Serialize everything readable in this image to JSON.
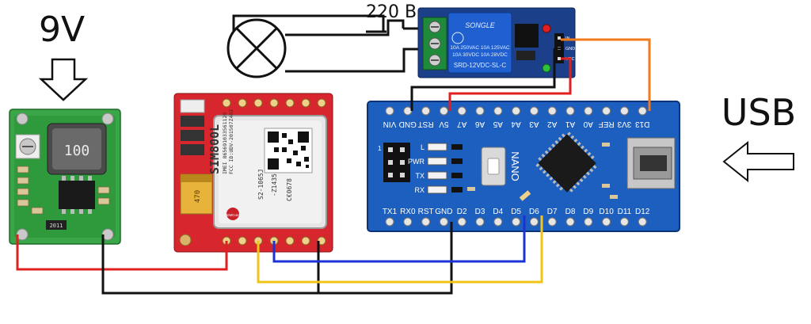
{
  "labels": {
    "voltage_in": "9V",
    "mains": "220 В",
    "usb": "USB"
  },
  "relay": {
    "brand": "SONGLE",
    "spec_line1": "10A 250VAC  10A 125VAC",
    "spec_line2": "10A 30VDC   10A 28VDC",
    "model": "SRD-12VDC-SL-C",
    "pin_in": "IN",
    "pin_gnd": "GND",
    "pin_vcc": "VCC"
  },
  "buck": {
    "inductor": "100"
  },
  "sim800l": {
    "chip_name": "SIM800L",
    "line_imei": "IMEI 865691033561120",
    "line_fcc": "FCC ID:UDV-201507Z482",
    "line_s2": "S2-1065J",
    "line_z": "-Z1435",
    "ce_mark": "C€0678",
    "simcom": "SIMCom",
    "cap": "470"
  },
  "nano": {
    "board_name": "NANO",
    "top_pins": [
      "VIN",
      "GND",
      "RST",
      "5V",
      "A7",
      "A6",
      "A5",
      "A4",
      "A3",
      "A2",
      "A1",
      "A0",
      "REF",
      "3V3",
      "D13"
    ],
    "bottom_pins": [
      "TX1",
      "RX0",
      "RST",
      "GND",
      "D2",
      "D3",
      "D4",
      "D5",
      "D6",
      "D7",
      "D8",
      "D9",
      "D10",
      "D11",
      "D12"
    ],
    "led_labels": [
      "L",
      "PWR",
      "TX",
      "RX"
    ]
  },
  "colors": {
    "wire_red": "#e02020",
    "wire_black": "#111111",
    "wire_blue": "#1b33d6",
    "wire_yellow": "#f2c418",
    "wire_orange": "#f07a1c",
    "relay_blue": "#1f5fcf",
    "nano_blue": "#1d5fbf",
    "sim_red": "#d8262f",
    "buck_green": "#2f9a3c"
  }
}
